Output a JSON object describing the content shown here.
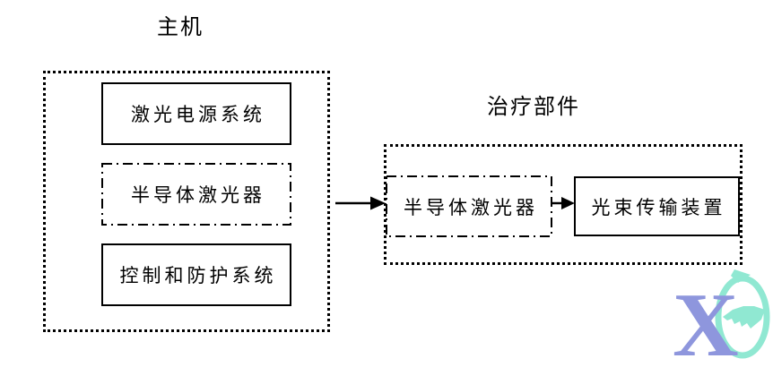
{
  "diagram": {
    "host": {
      "title": "主机",
      "boxes": [
        {
          "label": "激光电源系统",
          "border": "solid"
        },
        {
          "label": "半导体激光器",
          "border": "dash-dot"
        },
        {
          "label": "控制和防护系统",
          "border": "solid"
        }
      ]
    },
    "treatment": {
      "title": "治疗部件",
      "boxes": [
        {
          "label": "半导体激光器",
          "border": "dash-dot"
        },
        {
          "label": "光束传输装置",
          "border": "solid"
        }
      ]
    },
    "connections": [
      {
        "from": "主机",
        "to": "半导体激光器 (治疗部件)",
        "style": "arrow"
      },
      {
        "from": "半导体激光器 (治疗部件)",
        "to": "光束传输装置",
        "style": "arrow"
      }
    ],
    "colors": {
      "line": "#000000",
      "background": "#ffffff",
      "logo_x": "#8e96dd",
      "logo_c": "#90e8d2"
    },
    "logo": {
      "name": "xc-watermark",
      "x_char": "X"
    }
  }
}
